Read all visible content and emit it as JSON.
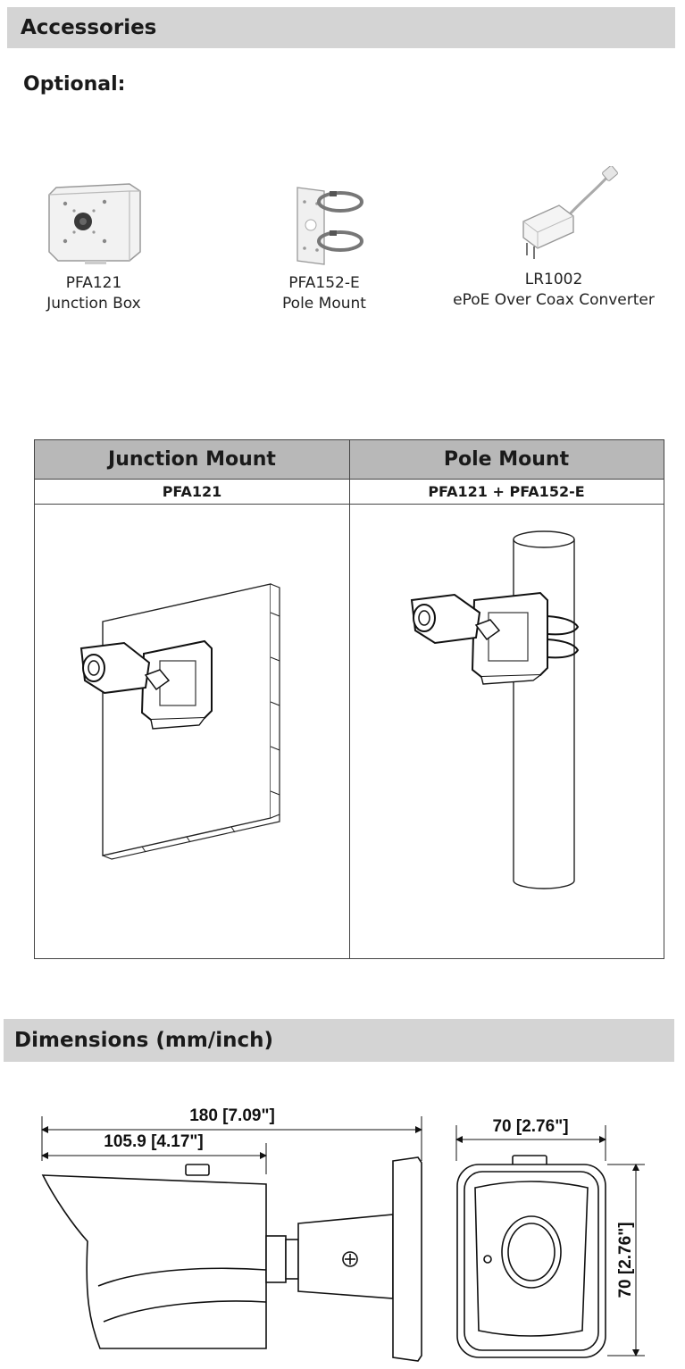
{
  "accessories": {
    "title": "Accessories",
    "subtitle": "Optional:",
    "items": [
      {
        "model": "PFA121",
        "name": "Junction Box",
        "icon": "junction-box-icon"
      },
      {
        "model": "PFA152-E",
        "name": "Pole Mount",
        "icon": "pole-mount-icon"
      },
      {
        "model": "LR1002",
        "name": "ePoE Over Coax Converter",
        "icon": "converter-icon"
      }
    ]
  },
  "mount_table": {
    "columns": [
      {
        "header": "Junction Mount",
        "parts": "PFA121"
      },
      {
        "header": "Pole Mount",
        "parts": "PFA121 + PFA152-E"
      }
    ]
  },
  "dimensions": {
    "title": "Dimensions (mm/inch)",
    "total_length": "180 [7.09\"]",
    "body_length": "105.9 [4.17\"]",
    "width": "70 [2.76\"]",
    "height": "70 [2.76\"]"
  }
}
